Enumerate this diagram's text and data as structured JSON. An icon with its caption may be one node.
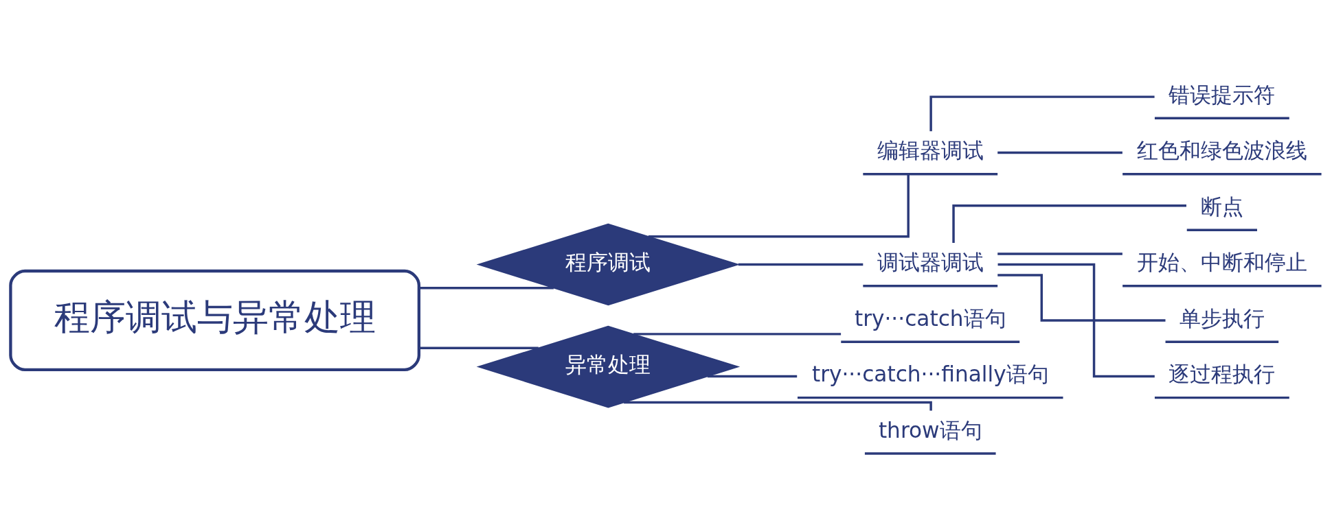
{
  "diagram": {
    "nodes": [
      {
        "text": [
          "程序调试与异常处理"
        ]
      },
      {
        "text": [
          "程序调试"
        ]
      },
      {
        "text": [
          "异常处理"
        ]
      },
      {
        "text": [
          "编辑器调试"
        ]
      },
      {
        "text": [
          "调试器调试"
        ]
      },
      {
        "text": [
          "错误提示符"
        ]
      },
      {
        "text": [
          "红色和绿色波浪线"
        ]
      },
      {
        "text": [
          "断点"
        ]
      },
      {
        "text": [
          "开始、中断和停止"
        ]
      },
      {
        "text": [
          "单步执行"
        ]
      },
      {
        "text": [
          "逐过程执行"
        ]
      },
      {
        "text": [
          "try···catch语句"
        ]
      },
      {
        "text": [
          "try···catch···finally语句"
        ]
      },
      {
        "text": [
          "throw语句"
        ]
      }
    ],
    "edges": [
      {
        "from": 0,
        "to": 1,
        "arrow": "none"
      },
      {
        "from": 0,
        "to": 2,
        "arrow": "none"
      },
      {
        "from": 1,
        "to": 3,
        "arrow": "none"
      },
      {
        "from": 1,
        "to": 4,
        "arrow": "none"
      },
      {
        "from": 3,
        "to": 5,
        "arrow": "none"
      },
      {
        "from": 3,
        "to": 6,
        "arrow": "none"
      },
      {
        "from": 4,
        "to": 7,
        "arrow": "none"
      },
      {
        "from": 4,
        "to": 8,
        "arrow": "none"
      },
      {
        "from": 4,
        "to": 9,
        "arrow": "none"
      },
      {
        "from": 4,
        "to": 10,
        "arrow": "none"
      },
      {
        "from": 2,
        "to": 11,
        "arrow": "none"
      },
      {
        "from": 2,
        "to": 12,
        "arrow": "none"
      },
      {
        "from": 2,
        "to": 13,
        "arrow": "none"
      }
    ]
  }
}
